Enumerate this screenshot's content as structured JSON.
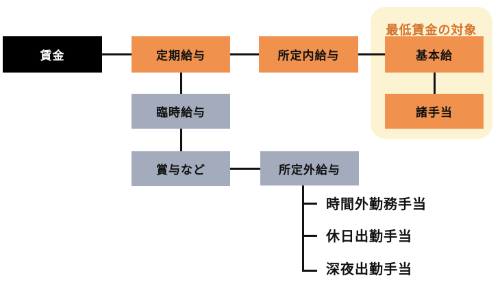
{
  "diagram": {
    "title_hidden": "",
    "root": {
      "label": "賃金"
    },
    "nodes": {
      "teiki": {
        "label": "定期給与"
      },
      "shoteinai": {
        "label": "所定内給与"
      },
      "kihonkyu": {
        "label": "基本給"
      },
      "shoteate": {
        "label": "諸手当"
      },
      "rinji": {
        "label": "臨時給与"
      },
      "shoyo": {
        "label": "賞与など"
      },
      "shoteigai": {
        "label": "所定外給与"
      }
    },
    "minimum_wage_group": {
      "title": "最低賃金の対象"
    },
    "leaf_items": [
      {
        "label": "時間外勤務手当"
      },
      {
        "label": "休日出勤手当"
      },
      {
        "label": "深夜出勤手当"
      }
    ],
    "colors": {
      "orange_box": "#F0924E",
      "gray_box": "#A3ABBC",
      "root_box": "#000000",
      "group_bg": "#FCF3D2",
      "group_title_text": "#D4732E",
      "line": "#111111"
    }
  }
}
